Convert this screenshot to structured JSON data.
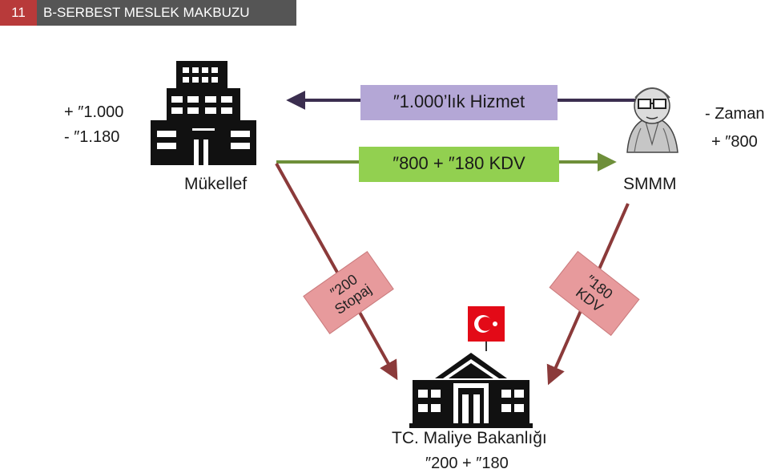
{
  "header": {
    "slide_number": "11",
    "title": "B-SERBEST MESLEK MAKBUZU"
  },
  "colors": {
    "header_bg": "#555555",
    "number_bg": "#b83a3a",
    "purple_box": "#b4a7d6",
    "green_box": "#92d050",
    "pink_tag": "#e79a9c",
    "arrow_purple": "#3b2e4f",
    "arrow_green": "#6e8f3a",
    "arrow_red": "#8b3a3a"
  },
  "nodes": {
    "taxpayer": {
      "label": "Mükellef",
      "icon": "office-building-icon",
      "plus": "+ ″1.000",
      "minus": "- ″1.180"
    },
    "accountant": {
      "label": "SMMM",
      "icon": "accountant-person-icon",
      "minus": "- Zaman",
      "plus": "+ ″800"
    },
    "ministry": {
      "label": "TC. Maliye Bakanlığı",
      "icon": "government-building-icon",
      "flag_icon": "turkish-flag-icon",
      "amount": "″200 + ″180"
    }
  },
  "flows": {
    "service": "″1.000’lık Hizmet",
    "payment": "″800 + ″180 KDV",
    "withholding": "″200\nStopaj",
    "vat": "″180\nKDV"
  }
}
